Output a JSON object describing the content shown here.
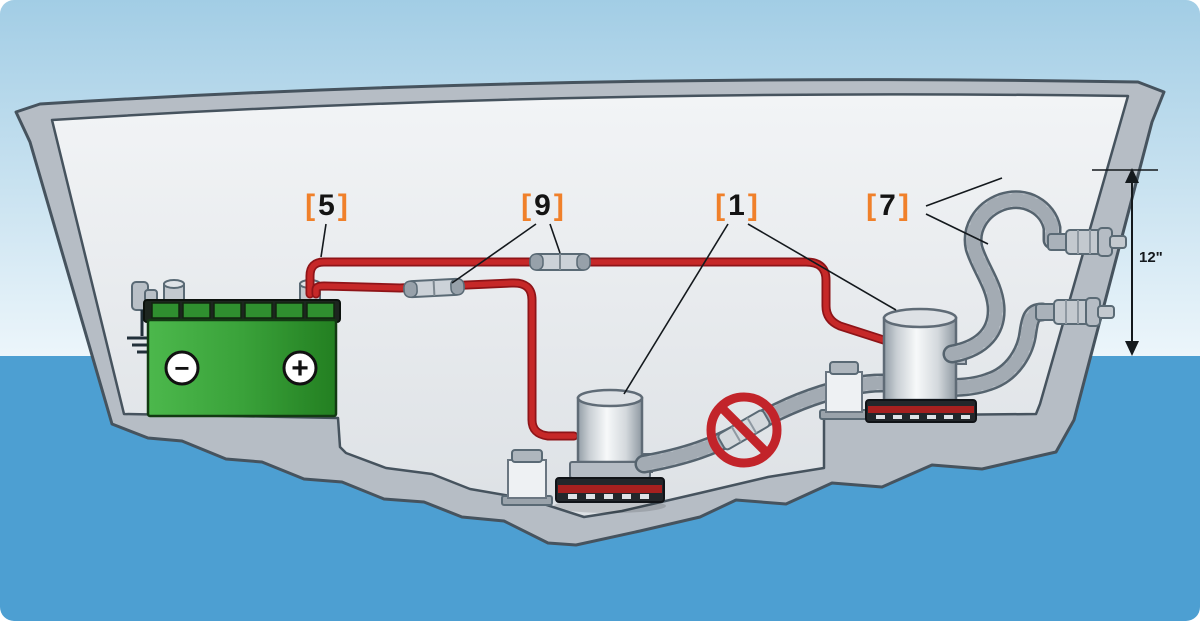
{
  "callouts": [
    {
      "name": "battery-wire",
      "open": "[",
      "number": "5",
      "close": "]"
    },
    {
      "name": "fuse-holders",
      "open": "[",
      "number": "9",
      "close": "]"
    },
    {
      "name": "bilge-pumps",
      "open": "[",
      "number": "1",
      "close": "]"
    },
    {
      "name": "discharge-hoses",
      "open": "[",
      "number": "7",
      "close": "]"
    }
  ],
  "dimension": {
    "label": "12\""
  },
  "battery": {
    "negative": "−",
    "positive": "+"
  },
  "colors": {
    "callout_bracket": "#f0802a",
    "callout_number": "#141414",
    "wire_red": "#c42127",
    "battery_green": "#3aa23a",
    "water_blue": "#4d9fd2",
    "hull_gray": "#b6bdc5",
    "prohibition_red": "#c2242a"
  }
}
